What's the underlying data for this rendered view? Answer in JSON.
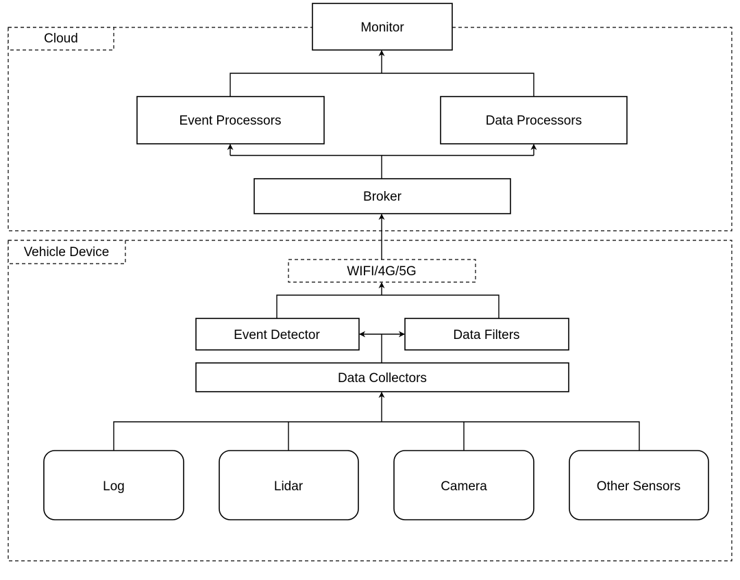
{
  "groups": {
    "cloud": "Cloud",
    "vehicle": "Vehicle Device"
  },
  "nodes": {
    "monitor": "Monitor",
    "event_processors": "Event Processors",
    "data_processors": "Data Processors",
    "broker": "Broker",
    "network": "WIFI/4G/5G",
    "event_detector": "Event Detector",
    "data_filters": "Data Filters",
    "data_collectors": "Data Collectors",
    "log": "Log",
    "lidar": "Lidar",
    "camera": "Camera",
    "other_sensors": "Other Sensors"
  }
}
